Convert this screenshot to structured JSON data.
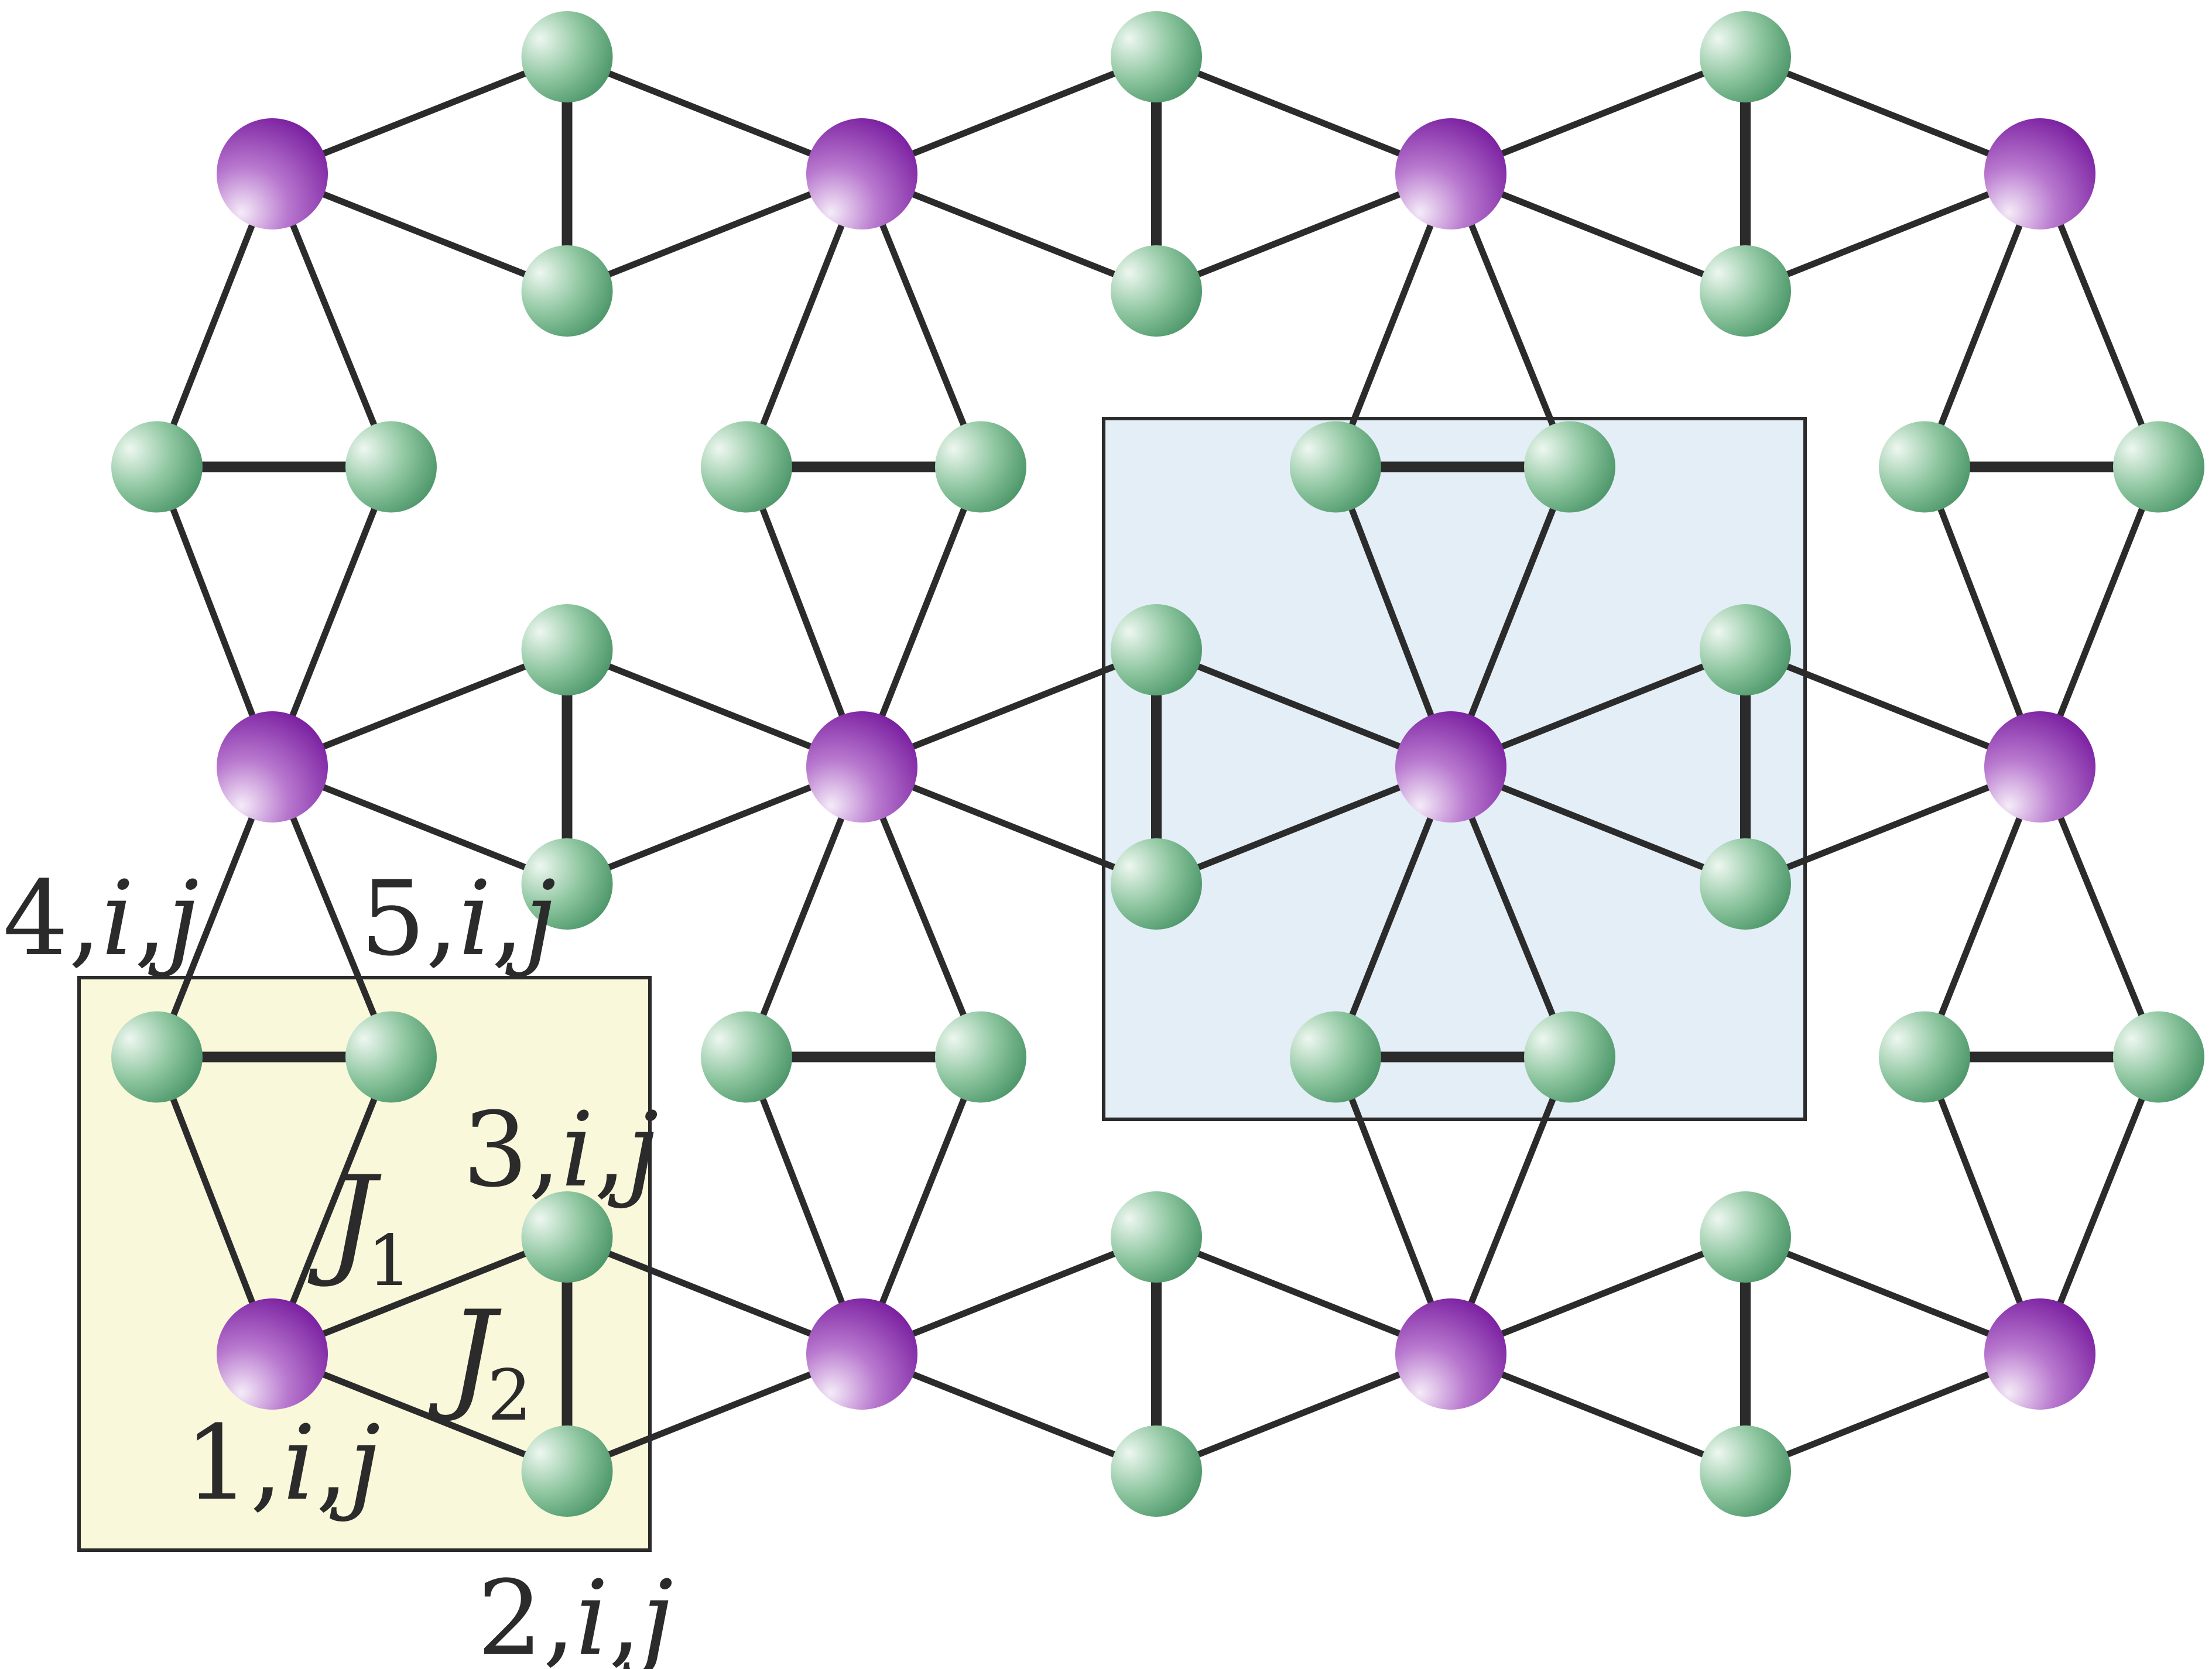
{
  "colors": {
    "background": "#ffffff",
    "bond": "#2b2b2b",
    "magenta_site": "#8a2fa8",
    "green_site": "#4e9a6e",
    "unit_cell_fill": "#faf8da",
    "highlight_fill": "#e3eef7",
    "box_stroke": "#2b2b2b"
  },
  "labels": {
    "site4": {
      "n": "4,",
      "i": "i",
      "comma": ",",
      "j": "j"
    },
    "site5": {
      "n": "5,",
      "i": "i",
      "comma": ",",
      "j": "j"
    },
    "site3": {
      "n": "3,",
      "i": "i",
      "comma": ",",
      "j": "j"
    },
    "site1": {
      "n": "1,",
      "i": "i",
      "comma": ",",
      "j": "j"
    },
    "site2": {
      "n": "2,",
      "i": "i",
      "comma": ",",
      "j": "j"
    },
    "j1": {
      "letter": "J",
      "sub": "1"
    },
    "j2": {
      "letter": "J",
      "sub": "2"
    }
  }
}
